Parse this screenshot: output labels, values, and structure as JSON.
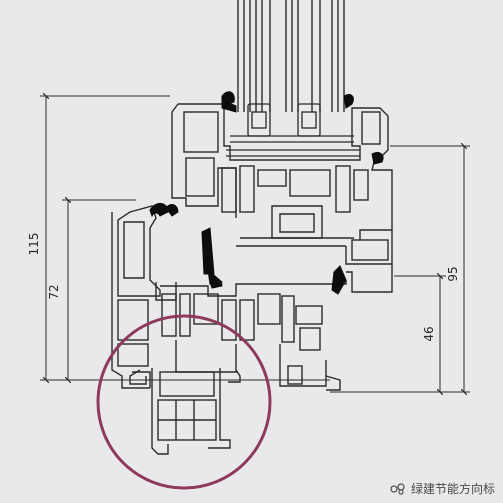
{
  "dims": {
    "d115": "115",
    "d72": "72",
    "d95": "95",
    "d46": "46"
  },
  "watermark": "绿建节能方向标",
  "colors": {
    "background": "#e9e9ec",
    "line": "#2b2b2b",
    "gasket": "#0d0d0d",
    "highlight_circle": "#8e3a5a"
  }
}
